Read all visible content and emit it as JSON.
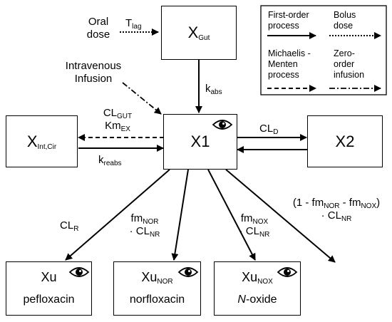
{
  "oral": {
    "line1": "Oral",
    "line2": "dose",
    "tlag_main": "T",
    "tlag_sub": "lag"
  },
  "iv": {
    "line1": "Intravenous",
    "line2": "Infusion"
  },
  "gut": {
    "main": "X",
    "sub": "Gut"
  },
  "kabs": {
    "main": "k",
    "sub": "abs"
  },
  "x1": {
    "label": "X1"
  },
  "x2": {
    "label": "X2"
  },
  "intcir": {
    "main": "X",
    "sub": "Int,Cir"
  },
  "clgut": {
    "l1_main": "CL",
    "l1_sub": "GUT",
    "l2_main": "Km",
    "l2_sub": "EX"
  },
  "kreabs": {
    "main": "k",
    "sub": "reabs"
  },
  "cld": {
    "main": "CL",
    "sub": "D"
  },
  "clr": {
    "main": "CL",
    "sub": "R"
  },
  "fmnor": {
    "l1_main": "fm",
    "l1_sub": "NOR",
    "l2_main": "· CL",
    "l2_sub": "NR"
  },
  "fmnox": {
    "l1_main": "fm",
    "l1_sub": "NOX",
    "l2_main": "· CL",
    "l2_sub": "NR"
  },
  "rest": {
    "p1": "(1 - fm",
    "s1": "NOR",
    "p2": "- fm",
    "s2": "NOX",
    "p3": ")",
    "l2_main": "· CL",
    "l2_sub": "NR"
  },
  "xu1": {
    "main": "Xu",
    "sub": "",
    "name": "pefloxacin"
  },
  "xu2": {
    "main": "Xu",
    "sub": "NOR",
    "name": "norfloxacin"
  },
  "xu3": {
    "main": "Xu",
    "sub": "NOX",
    "name_italic": "N",
    "name_rest": "-oxide"
  },
  "legend": {
    "first_order": "First-order process",
    "bolus": "Bolus dose",
    "mm": "Michaelis -Menten process",
    "zero": "Zero- order infusion"
  },
  "icons": [
    "eye-icon"
  ]
}
